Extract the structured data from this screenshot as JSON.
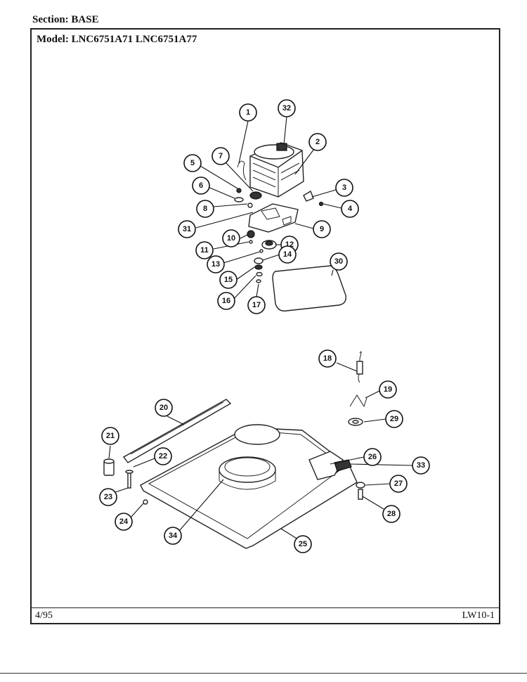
{
  "header": {
    "section_label": "Section:",
    "section_value": "BASE",
    "model_label": "Model:",
    "model_value": "LNC6751A71  LNC6751A77"
  },
  "footer": {
    "date": "4/95",
    "page_code": "LW10-1"
  },
  "callouts": [
    "1",
    "2",
    "3",
    "4",
    "5",
    "6",
    "7",
    "8",
    "9",
    "10",
    "11",
    "12",
    "13",
    "14",
    "15",
    "16",
    "17",
    "18",
    "19",
    "20",
    "21",
    "22",
    "23",
    "24",
    "25",
    "26",
    "27",
    "28",
    "29",
    "30",
    "31",
    "32",
    "33",
    "34"
  ]
}
